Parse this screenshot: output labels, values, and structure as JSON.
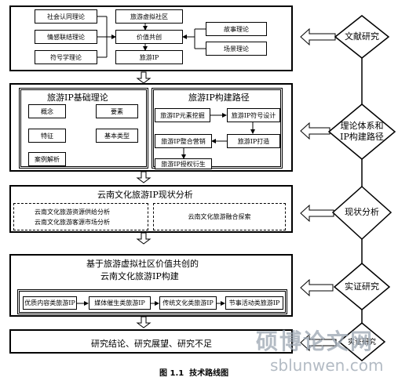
{
  "section1": {
    "left_col": [
      "社会认同理论",
      "情感联结理论",
      "符号学理论"
    ],
    "mid_col": [
      "旅游虚拟社区",
      "价值共创",
      "旅游IP"
    ],
    "right_col": [
      "故事理论",
      "场景理论"
    ]
  },
  "section2": {
    "left_title": "旅游IP基础理论",
    "left_items": [
      "概念",
      "要素",
      "特征",
      "基本类型",
      "案例解析"
    ],
    "right_title": "旅游IP构建路径",
    "steps": [
      "旅游IP元素挖掘",
      "旅游IP符号设计",
      "旅游IP打造",
      "旅游IP整合营销",
      "旅游IP授权衍生"
    ]
  },
  "section3": {
    "title": "云南文化旅游IP现状分析",
    "left_text": [
      "云南文化旅游资源供给分析",
      "云南文化旅游客源市场分析"
    ],
    "right_text": "云南文化旅游融合探索"
  },
  "section4": {
    "title_line1": "基于旅游虚拟社区价值共创的",
    "title_line2": "云南文化旅游IP构建",
    "types": [
      "优质内容类旅游IP",
      "媒体催生类旅游IP",
      "传统文化类旅游IP",
      "节事活动类旅游IP"
    ]
  },
  "section5": {
    "text": "研究结论、研究展望、研究不足"
  },
  "right_flow": [
    {
      "label": "文献研究"
    },
    {
      "label": "理论体系和IP构建路径"
    },
    {
      "label": "现状分析"
    },
    {
      "label": "实证研究"
    },
    {
      "label": "实证研究"
    }
  ],
  "right_labels": {
    "d1": "文献研究",
    "d2_line1": "理论体系和",
    "d2_line2": "IP构建路径",
    "d3": "现状分析",
    "d4": "实证研究",
    "d5": "实证研究"
  },
  "caption": "图 1.1  技术路线图",
  "watermark": {
    "line1": "硕博论文网",
    "line2": "sblunwen.com"
  }
}
